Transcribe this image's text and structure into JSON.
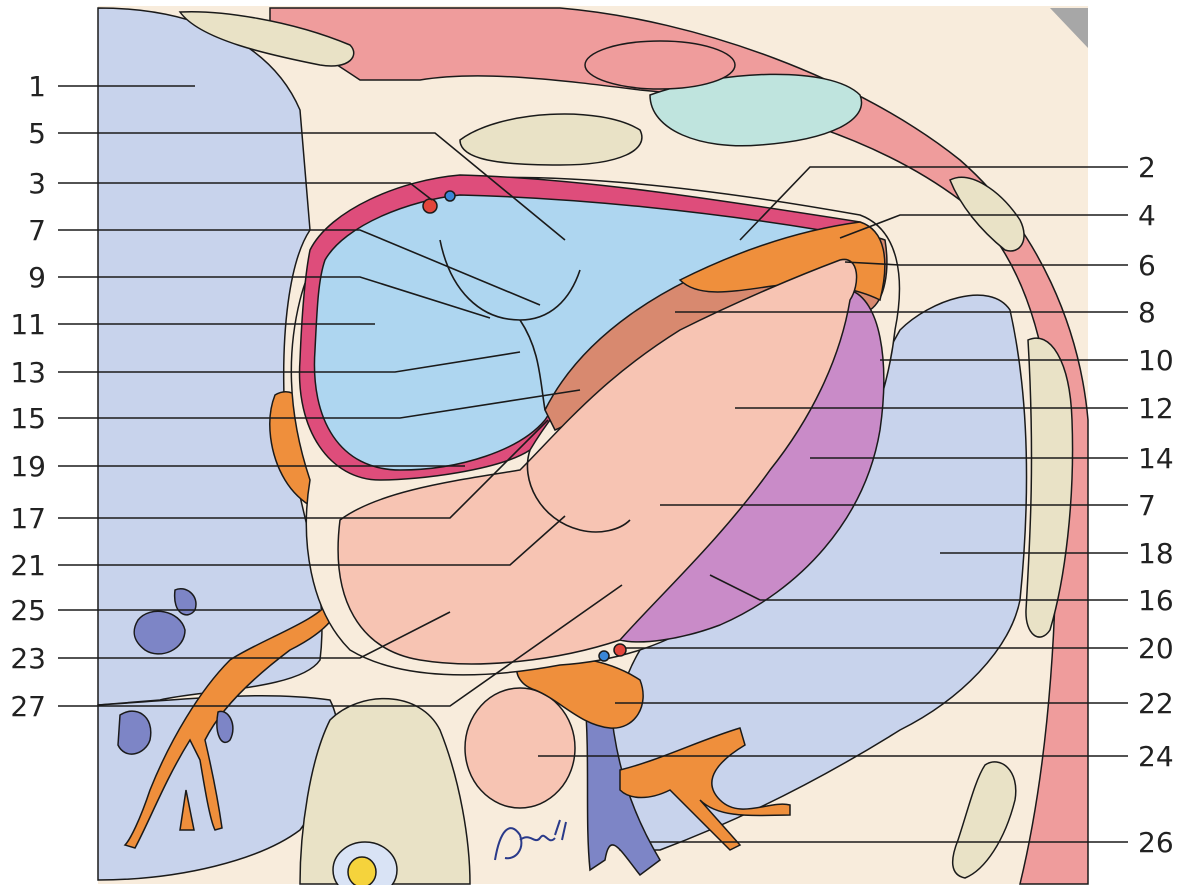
{
  "labels_left": [
    "1",
    "5",
    "3",
    "7",
    "9",
    "11",
    "13",
    "15",
    "19",
    "17",
    "21",
    "25",
    "23",
    "27"
  ],
  "labels_right": [
    "2",
    "4",
    "6",
    "8",
    "10",
    "12",
    "14",
    "7",
    "18",
    "16",
    "20",
    "22",
    "24",
    "26"
  ],
  "signature": "Wüller",
  "colors": {
    "lung": "#c8d3ec",
    "soft_tissue": "#f8ecdc",
    "chest_wall_muscle": "#ef9c9c",
    "bone": "#e9e2c6",
    "right_heart_blood": "#aed6f0",
    "left_heart_blood": "#f7c4b3",
    "myocardium_pink": "#de4d7b",
    "left_ventricle_wall": "#c98bc8",
    "septum": "#d8896f",
    "orange_vessels": "#ef8f3c",
    "blue_vessels": "#7d85c6",
    "cyan_area": "#bfe4de"
  }
}
